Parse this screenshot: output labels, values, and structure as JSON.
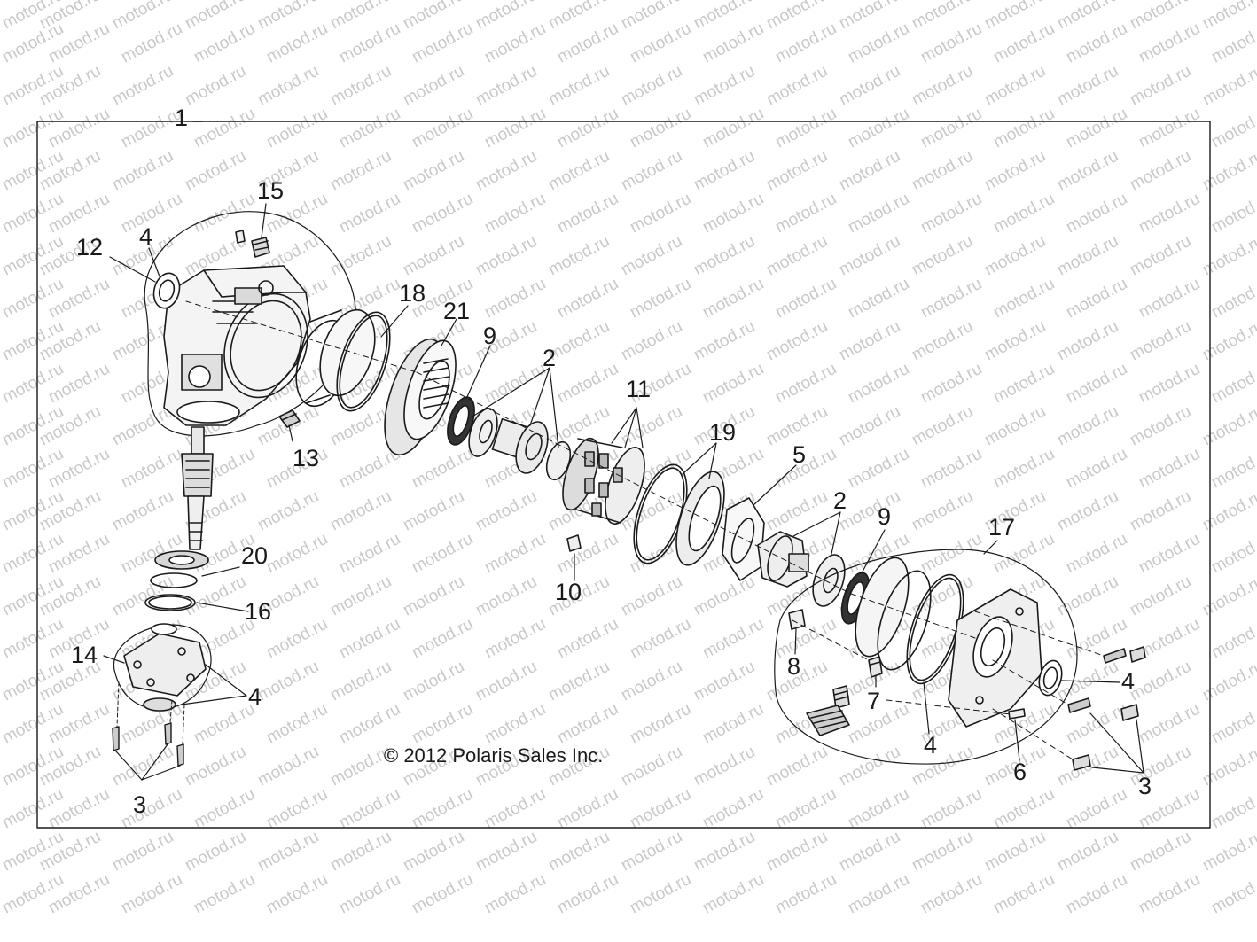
{
  "watermark": "motod.ru",
  "copyright": "© 2012 Polaris Sales Inc.",
  "callouts": [
    {
      "id": "c1",
      "label": "1"
    },
    {
      "id": "c15",
      "label": "15"
    },
    {
      "id": "c4a",
      "label": "4"
    },
    {
      "id": "c12",
      "label": "12"
    },
    {
      "id": "c18",
      "label": "18"
    },
    {
      "id": "c21",
      "label": "21"
    },
    {
      "id": "c9a",
      "label": "9"
    },
    {
      "id": "c2a",
      "label": "2"
    },
    {
      "id": "c11",
      "label": "11"
    },
    {
      "id": "c13",
      "label": "13"
    },
    {
      "id": "c19",
      "label": "19"
    },
    {
      "id": "c5",
      "label": "5"
    },
    {
      "id": "c2b",
      "label": "2"
    },
    {
      "id": "c9b",
      "label": "9"
    },
    {
      "id": "c17",
      "label": "17"
    },
    {
      "id": "c20",
      "label": "20"
    },
    {
      "id": "c10",
      "label": "10"
    },
    {
      "id": "c16",
      "label": "16"
    },
    {
      "id": "c14",
      "label": "14"
    },
    {
      "id": "c4b",
      "label": "4"
    },
    {
      "id": "c8",
      "label": "8"
    },
    {
      "id": "c7",
      "label": "7"
    },
    {
      "id": "c4c",
      "label": "4"
    },
    {
      "id": "c4d",
      "label": "4"
    },
    {
      "id": "c6",
      "label": "6"
    },
    {
      "id": "c3a",
      "label": "3"
    },
    {
      "id": "c3b",
      "label": "3"
    }
  ]
}
